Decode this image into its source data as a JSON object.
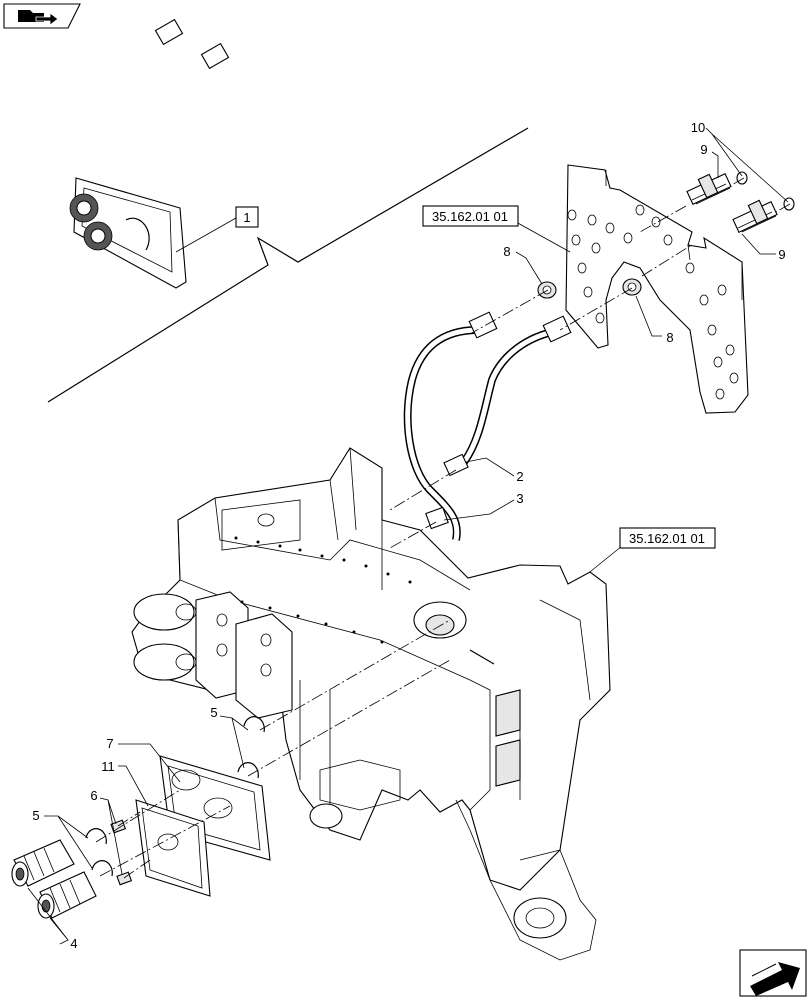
{
  "diagram": {
    "reference_boxes": [
      "35.162.01 01",
      "35.162.01 01"
    ],
    "inset_callout": "1",
    "callouts": [
      "10",
      "9",
      "9",
      "8",
      "8",
      "2",
      "3",
      "5",
      "7",
      "11",
      "5",
      "6",
      "4"
    ]
  },
  "icons": {
    "top_left": "folder-arrow-icon",
    "bottom_right": "next-page-arrow-icon"
  }
}
